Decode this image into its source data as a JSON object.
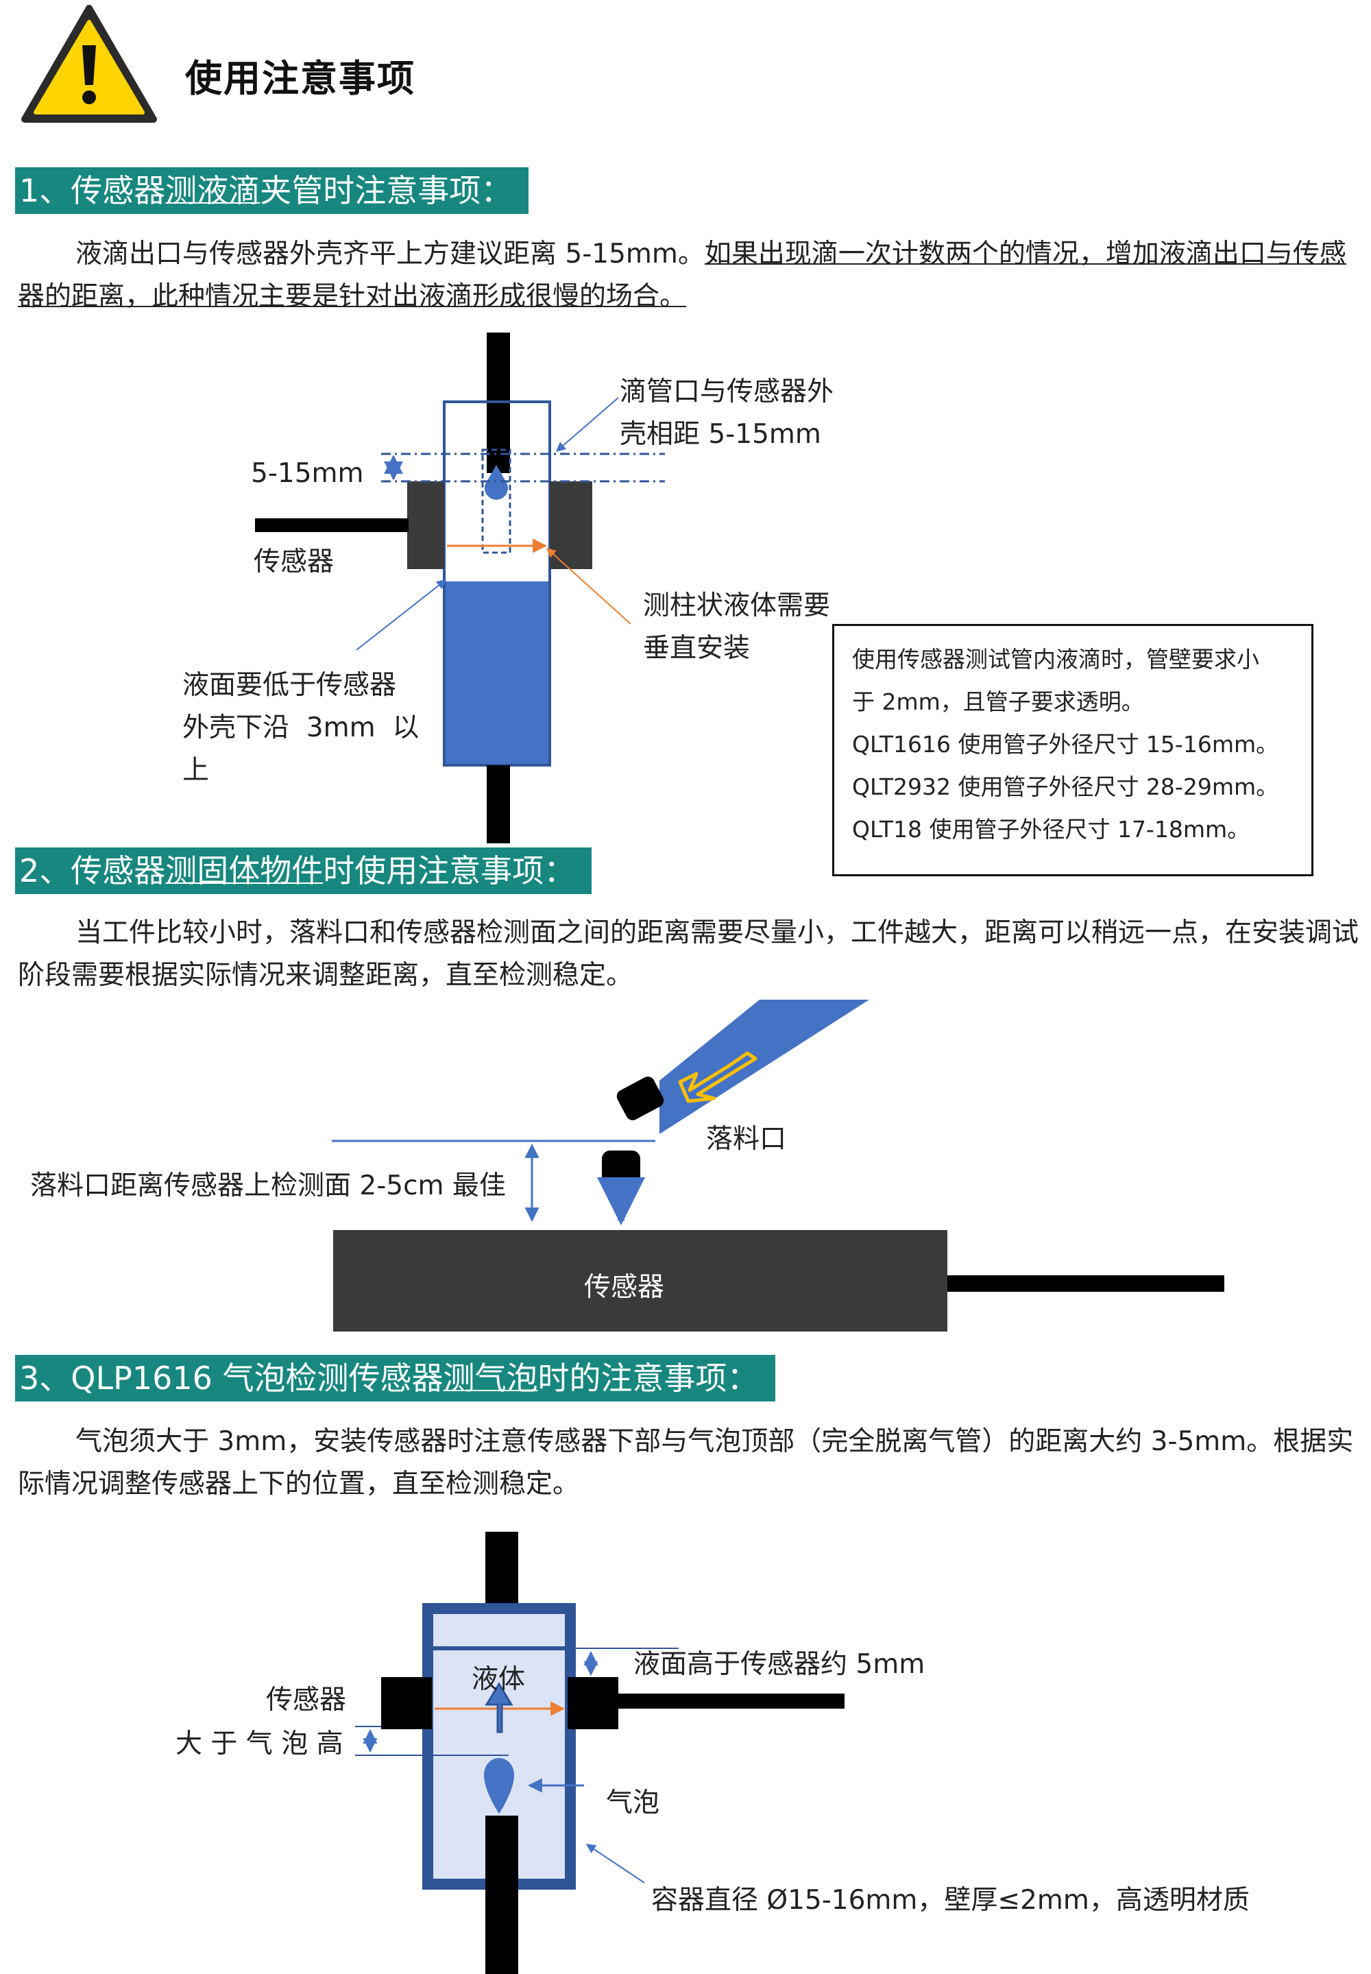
{
  "header": {
    "title": "使用注意事项",
    "icon": "warning-icon"
  },
  "section1": {
    "heading_prefix": "1、传感器",
    "heading_underlined": "测液滴",
    "heading_suffix": "夹管时注意事项：",
    "para_plain": "液滴出口与传感器外壳齐平上方建议距离 5-15mm。",
    "para_underlined": "如果出现滴一次计数两个的情况，增加液滴出口与传感器的距离，此种情况主要是针对出液滴形成很慢的场合。",
    "labels": {
      "gap": "5-15mm",
      "sensor": "传感器",
      "nozzle_line1": "滴管口与传感器外",
      "nozzle_line2": "壳相距 5-15mm",
      "column_line1": "测柱状液体需要",
      "column_line2": "垂直安装",
      "level_line1": "液面要低于传感器",
      "level_line2": "外壳下沿  3mm  以",
      "level_line3": "上"
    },
    "note": [
      "使用传感器测试管内液滴时，管壁要求小",
      "于 2mm，且管子要求透明。",
      "QLT1616 使用管子外径尺寸 15-16mm。",
      "QLT2932 使用管子外径尺寸 28-29mm。",
      "QLT18 使用管子外径尺寸 17-18mm。"
    ]
  },
  "section2": {
    "heading_prefix": "2、传感器",
    "heading_underlined": "测固体物件",
    "heading_suffix": "时使用注意事项：",
    "para": "当工件比较小时，落料口和传感器检测面之间的距离需要尽量小，工件越大，距离可以稍远一点，在安装调试阶段需要根据实际情况来调整距离，直至检测稳定。",
    "labels": {
      "outlet": "落料口",
      "distance": "落料口距离传感器上检测面 2-5cm 最佳",
      "sensor": "传感器"
    }
  },
  "section3": {
    "heading_prefix": "3、QLP1616 气泡检测传感器",
    "heading_underlined": "测气泡",
    "heading_suffix": "时的注意事项：",
    "para": "气泡须大于 3mm，安装传感器时注意传感器下部与气泡顶部（完全脱离气管）的距离大约 3-5mm。根据实际情况调整传感器上下的位置，直至检测稳定。",
    "labels": {
      "liquid": "液体",
      "level": "液面高于传感器约 5mm",
      "sensor": "传感器",
      "bubble_gap": "大 于 气 泡 高",
      "bubble": "气泡",
      "container": "容器直径 Ø15-16mm，壁厚≤2mm，高透明材质"
    }
  },
  "colors": {
    "teal": "#17877f",
    "blue": "#4472c4",
    "dark_blue": "#2f5597",
    "sensor_gray": "#3a3a3a",
    "orange": "#ed7d31",
    "warning_yellow": "#ffd400"
  }
}
